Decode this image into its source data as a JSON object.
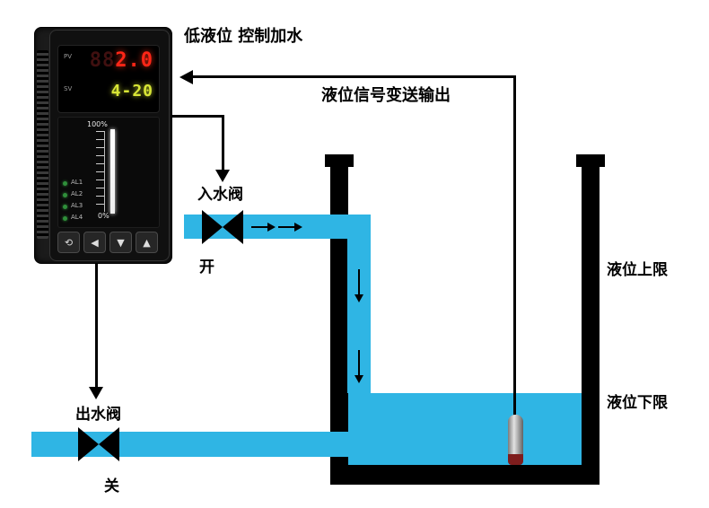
{
  "labels": {
    "top_caption": "低液位 控制加水",
    "signal_output": "液位信号变送输出",
    "inlet_valve": "入水阀",
    "inlet_valve_state": "开",
    "outlet_valve": "出水阀",
    "outlet_valve_state": "关",
    "level_upper_limit": "液位上限",
    "level_lower_limit": "液位下限"
  },
  "instrument": {
    "pv_label": "PV",
    "pv_ghost": "88",
    "pv_value": "2.0",
    "sv_label": "SV",
    "sv_value": "4-20",
    "bar_scale_top": "100%",
    "bar_scale_bottom": "0%",
    "alarm_labels": [
      "AL1",
      "AL2",
      "AL3",
      "AL4"
    ],
    "button_glyphs": [
      "⟲",
      "◀",
      "▼",
      "▲"
    ]
  },
  "colors": {
    "liquid": "#2fb5e4",
    "tank": "#000000",
    "line": "#000000",
    "pv_digits": "#ff2617",
    "sv_digits": "#d8e536",
    "probe_tip": "#7e1d1d"
  }
}
